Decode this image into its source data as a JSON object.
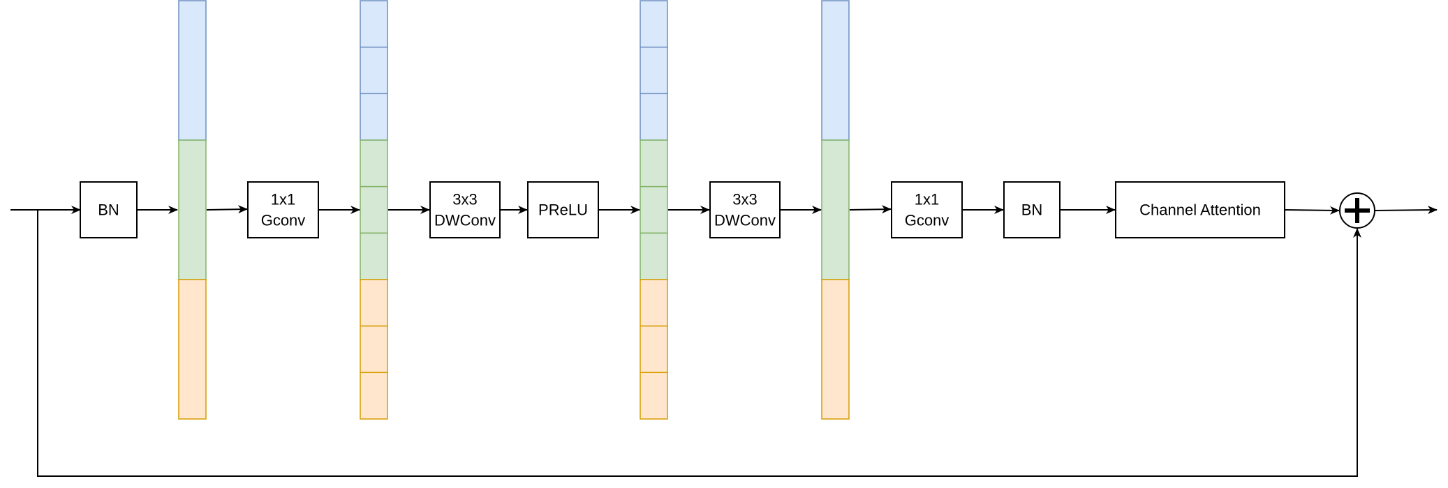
{
  "colors": {
    "blue_fill": "#dae8fc",
    "blue_stroke": "#6c8ebf",
    "green_fill": "#d5e8d4",
    "green_stroke": "#82b366",
    "orange_fill": "#ffe6cc",
    "orange_stroke": "#d79b00",
    "line": "#000000"
  },
  "blocks": {
    "bn_1": "BN",
    "gconv_1": [
      "1x1",
      "Gconv"
    ],
    "dwconv_1": [
      "3x3",
      "DWConv"
    ],
    "prelu": "PReLU",
    "dwconv_2": [
      "3x3",
      "DWConv"
    ],
    "gconv_2": [
      "1x1",
      "Gconv"
    ],
    "bn_2": "BN",
    "channel_attention": "Channel Attention"
  },
  "sum_node": {
    "icon": "plus-circle-icon"
  },
  "channel_bars": [
    {
      "id": "bar-1",
      "groups": [
        {
          "color": "blue",
          "segments": 1
        },
        {
          "color": "green",
          "segments": 1
        },
        {
          "color": "orange",
          "segments": 1
        }
      ]
    },
    {
      "id": "bar-2",
      "groups": [
        {
          "color": "blue",
          "segments": 3
        },
        {
          "color": "green",
          "segments": 3
        },
        {
          "color": "orange",
          "segments": 3
        }
      ]
    },
    {
      "id": "bar-3",
      "groups": [
        {
          "color": "blue",
          "segments": 3
        },
        {
          "color": "green",
          "segments": 3
        },
        {
          "color": "orange",
          "segments": 3
        }
      ]
    },
    {
      "id": "bar-4",
      "groups": [
        {
          "color": "blue",
          "segments": 1
        },
        {
          "color": "green",
          "segments": 1
        },
        {
          "color": "orange",
          "segments": 1
        }
      ]
    }
  ]
}
